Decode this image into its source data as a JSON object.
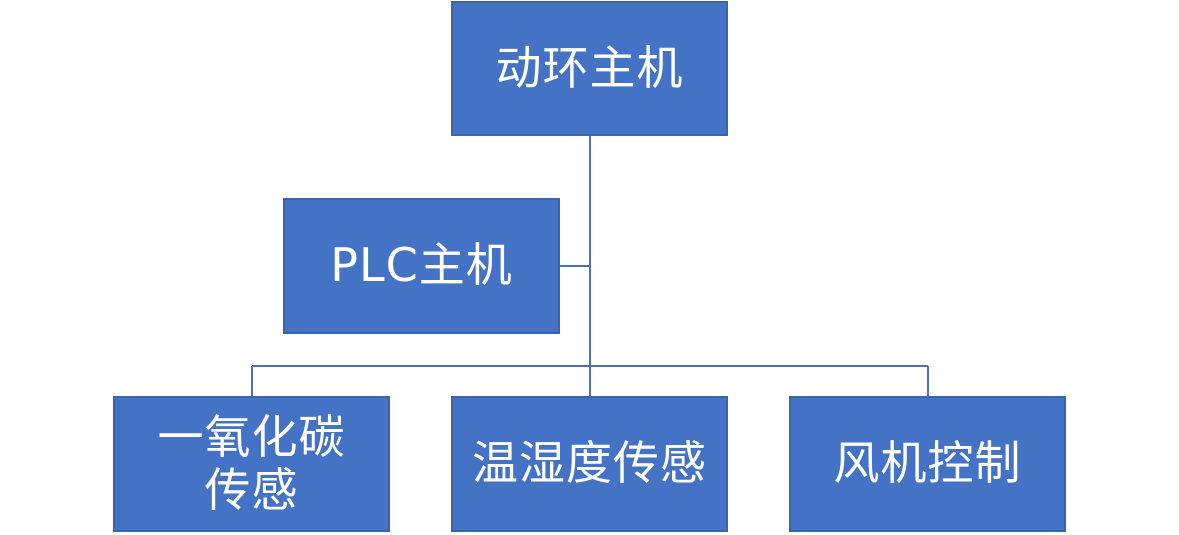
{
  "diagram": {
    "root": {
      "label": "动环主机"
    },
    "assistant": {
      "label": "PLC主机"
    },
    "children": [
      {
        "label": "一氧化碳传感"
      },
      {
        "label": "温湿度传感"
      },
      {
        "label": "风机控制"
      }
    ],
    "colors": {
      "box_fill": "#4472c4",
      "box_border": "#3a64ad",
      "connector": "#4a70b8",
      "text": "#ffffff"
    }
  }
}
